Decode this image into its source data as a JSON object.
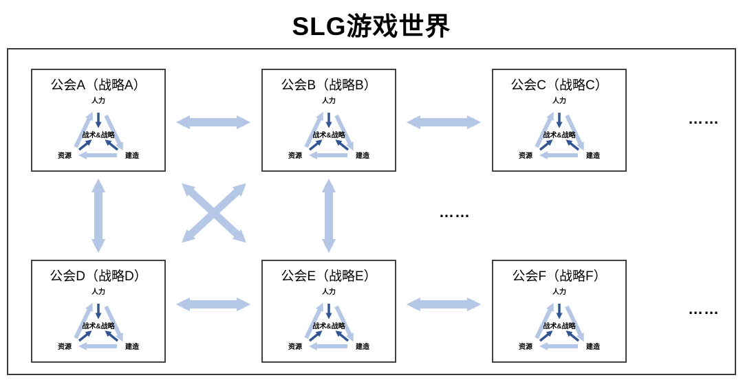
{
  "title": "SLG游戏世界",
  "guilds": [
    {
      "label": "公会A（战略A）"
    },
    {
      "label": "公会B（战略B）"
    },
    {
      "label": "公会C（战略C）"
    },
    {
      "label": "公会D（战略D）"
    },
    {
      "label": "公会E（战略E）"
    },
    {
      "label": "公会F（战略F）"
    }
  ],
  "loop": {
    "top": "人力",
    "center": "战术&战略",
    "bottom_left": "资源",
    "bottom_right": "建造"
  },
  "ellipsis": {
    "row1": "……",
    "middle": "……",
    "row2": "……"
  },
  "colors": {
    "connector_arrow": "#b4c7e7",
    "inner_arrow": "#2f5597",
    "border": "#404040"
  }
}
